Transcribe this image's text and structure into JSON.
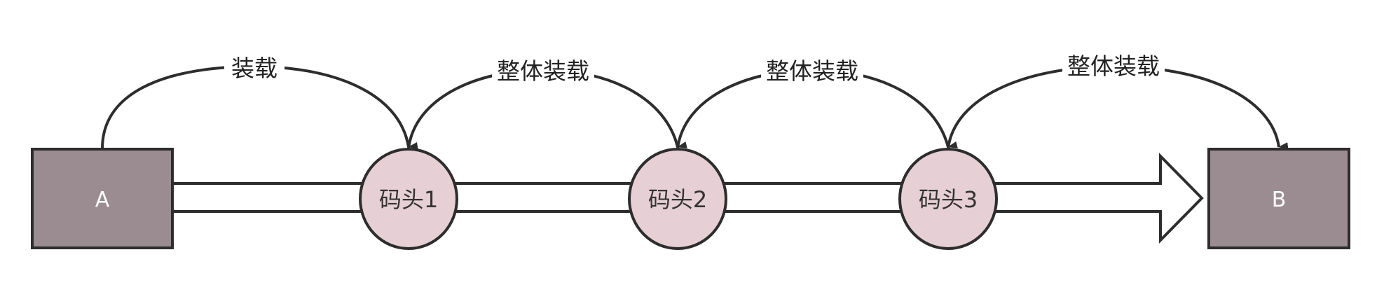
{
  "nodes": {
    "start": {
      "label": "A",
      "fill": "#9a8c91"
    },
    "dock1": {
      "label": "码头1",
      "fill": "#e6d0d5"
    },
    "dock2": {
      "label": "码头2",
      "fill": "#e6d0d5"
    },
    "dock3": {
      "label": "码头3",
      "fill": "#e6d0d5"
    },
    "end": {
      "label": "B",
      "fill": "#9a8c91"
    }
  },
  "edges": [
    {
      "label": "装载"
    },
    {
      "label": "整体装载"
    },
    {
      "label": "整体装载"
    },
    {
      "label": "整体装载"
    }
  ],
  "stroke_color": "#2d2d2d"
}
